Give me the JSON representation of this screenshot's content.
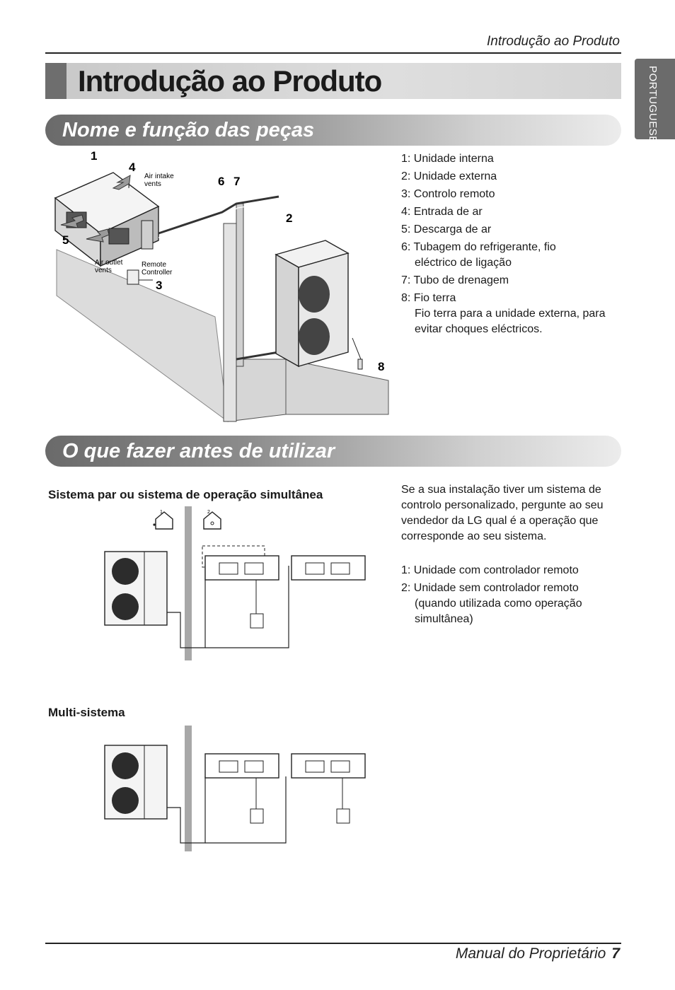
{
  "header": {
    "running_title": "Introdução ao Produto",
    "language_tab": "PORTUGUESE"
  },
  "page_title": "Introdução ao Produto",
  "section1": {
    "title": "Nome e função das peças",
    "diagram_labels": {
      "n1": "1",
      "n2": "2",
      "n3": "3",
      "n4": "4",
      "n5": "5",
      "n6": "6",
      "n7": "7",
      "n8": "8",
      "air_intake_line1": "Air intake",
      "air_intake_line2": "vents",
      "air_outlet_line1": "Air outlet",
      "air_outlet_line2": "vents",
      "remote_line1": "Remote",
      "remote_line2": "Controller"
    },
    "parts": [
      {
        "main": "1: Unidade interna",
        "sub": ""
      },
      {
        "main": "2: Unidade externa",
        "sub": ""
      },
      {
        "main": "3: Controlo remoto",
        "sub": ""
      },
      {
        "main": "4: Entrada de ar",
        "sub": ""
      },
      {
        "main": "5: Descarga de ar",
        "sub": ""
      },
      {
        "main": "6: Tubagem do refrigerante, fio",
        "sub": "eléctrico de ligação"
      },
      {
        "main": "7: Tubo de drenagem",
        "sub": ""
      },
      {
        "main": "8: Fio terra",
        "sub": "Fio terra para a unidade externa, para evitar choques eléctricos."
      }
    ]
  },
  "section2": {
    "title": "O que fazer antes de utilizar",
    "subhead_pair": "Sistema par ou sistema de operação simultânea",
    "subhead_multi": "Multi-sistema",
    "note": "Se a sua instalação tiver um sistema de controlo personalizado, pergunte ao seu vendedor da LG qual é a operação que corresponde ao seu sistema.",
    "controls": [
      {
        "main": "1: Unidade com controlador remoto",
        "sub": ""
      },
      {
        "main": "2: Unidade sem controlador remoto",
        "sub": "(quando utilizada como operação simultânea)"
      }
    ],
    "house_icon_mark": "1",
    "house_icon_mark2": "2"
  },
  "footer": {
    "manual_label": "Manual do Proprietário",
    "page_number": "7"
  }
}
